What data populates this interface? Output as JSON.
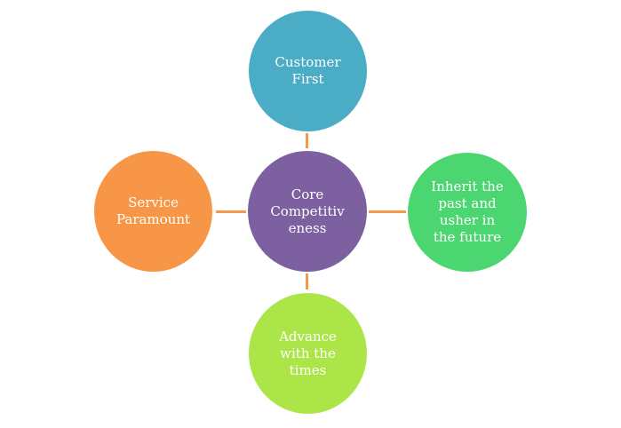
{
  "diagram": {
    "type": "radial-hub",
    "center": {
      "label_lines": [
        "Core",
        "Competitiv",
        "eness"
      ],
      "color": "#7d60a0"
    },
    "nodes": [
      {
        "id": "top",
        "label_lines": [
          "Customer",
          "First"
        ],
        "color": "#4aacc5"
      },
      {
        "id": "right",
        "label_lines": [
          "Inherit the",
          "past and",
          "usher in",
          "the future"
        ],
        "color": "#4cd671"
      },
      {
        "id": "bottom",
        "label_lines": [
          "Advance",
          "with the",
          "times"
        ],
        "color": "#ace548"
      },
      {
        "id": "left",
        "label_lines": [
          "Service",
          "Paramount"
        ],
        "color": "#f79646"
      }
    ],
    "connector_color": "#f59a4a"
  }
}
